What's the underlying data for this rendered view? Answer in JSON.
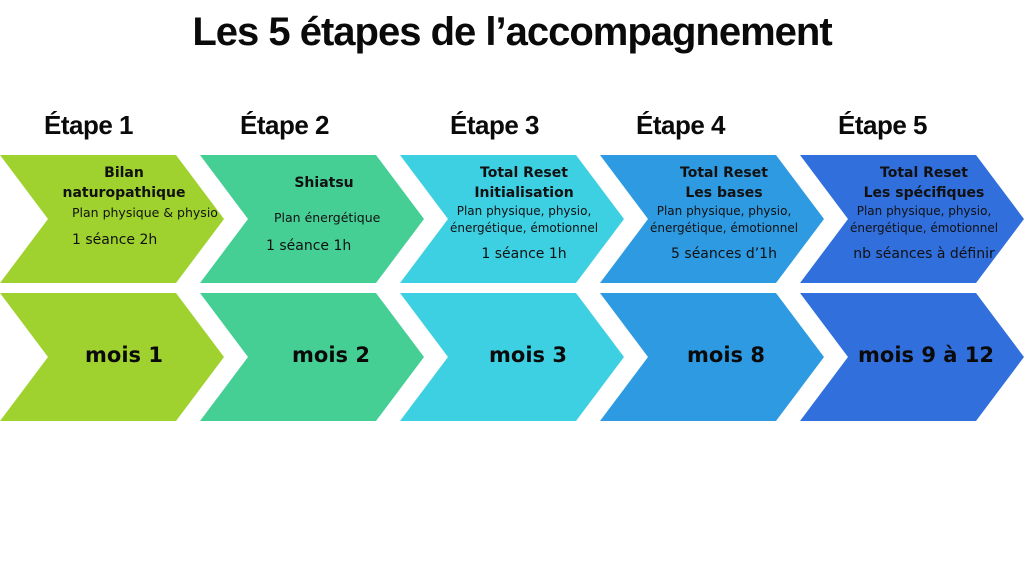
{
  "title": "Les 5 étapes de l’accompagnement",
  "steps": [
    {
      "label": "Étape 1",
      "heading": [
        "Bilan",
        "naturopathique"
      ],
      "plan": [
        "Plan physique & physio"
      ],
      "sessions": "1 séance 2h",
      "month": "mois 1",
      "color": "#9fd22e"
    },
    {
      "label": "Étape 2",
      "heading": [
        "Shiatsu"
      ],
      "plan": [
        "Plan énergétique"
      ],
      "sessions": "1 séance 1h",
      "month": "mois 2",
      "color": "#45cf95"
    },
    {
      "label": "Étape 3",
      "heading": [
        "Total Reset",
        "Initialisation"
      ],
      "plan": [
        "Plan physique, physio,",
        "énergétique, émotionnel"
      ],
      "sessions": "1 séance 1h",
      "month": "mois 3",
      "color": "#3dcfe2"
    },
    {
      "label": "Étape 4",
      "heading": [
        "Total Reset",
        "Les bases"
      ],
      "plan": [
        "Plan physique, physio,",
        "énergétique, émotionnel"
      ],
      "sessions": "5 séances d’1h",
      "month": "mois 8",
      "color": "#2e9ae2"
    },
    {
      "label": "Étape 5",
      "heading": [
        "Total Reset",
        "Les spécifiques"
      ],
      "plan": [
        "Plan physique, physio,",
        "énergétique, émotionnel"
      ],
      "sessions": "nb séances à définir",
      "month": "mois 9 à 12",
      "color": "#316fdd"
    }
  ]
}
